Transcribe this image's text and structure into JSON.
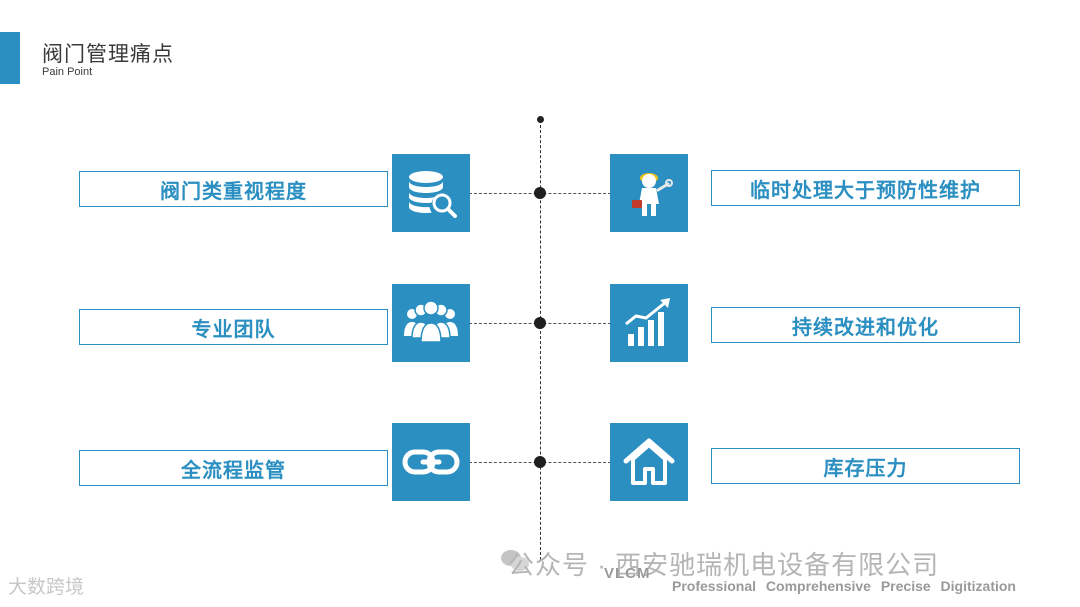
{
  "header": {
    "title": "阀门管理痛点",
    "subtitle": "Pain Point"
  },
  "colors": {
    "accent": "#2b8fc1",
    "text": "#3a3a3a",
    "line": "#222222"
  },
  "left_items": [
    {
      "label": "阀门类重视程度",
      "icon": "database-search-icon"
    },
    {
      "label": "专业团队",
      "icon": "team-icon"
    },
    {
      "label": "全流程监管",
      "icon": "chain-link-icon"
    }
  ],
  "right_items": [
    {
      "label": "临时处理大于预防性维护",
      "icon": "repair-worker-icon"
    },
    {
      "label": "持续改进和优化",
      "icon": "growth-chart-icon"
    },
    {
      "label": "库存压力",
      "icon": "home-icon"
    }
  ],
  "footer": {
    "watermark_left": "大数跨境",
    "watermark_main": "公众号 · 西安驰瑞机电设备有限公司",
    "logo": "VLCM",
    "tagline": "Professional Comprehensive Precise Digitization"
  }
}
